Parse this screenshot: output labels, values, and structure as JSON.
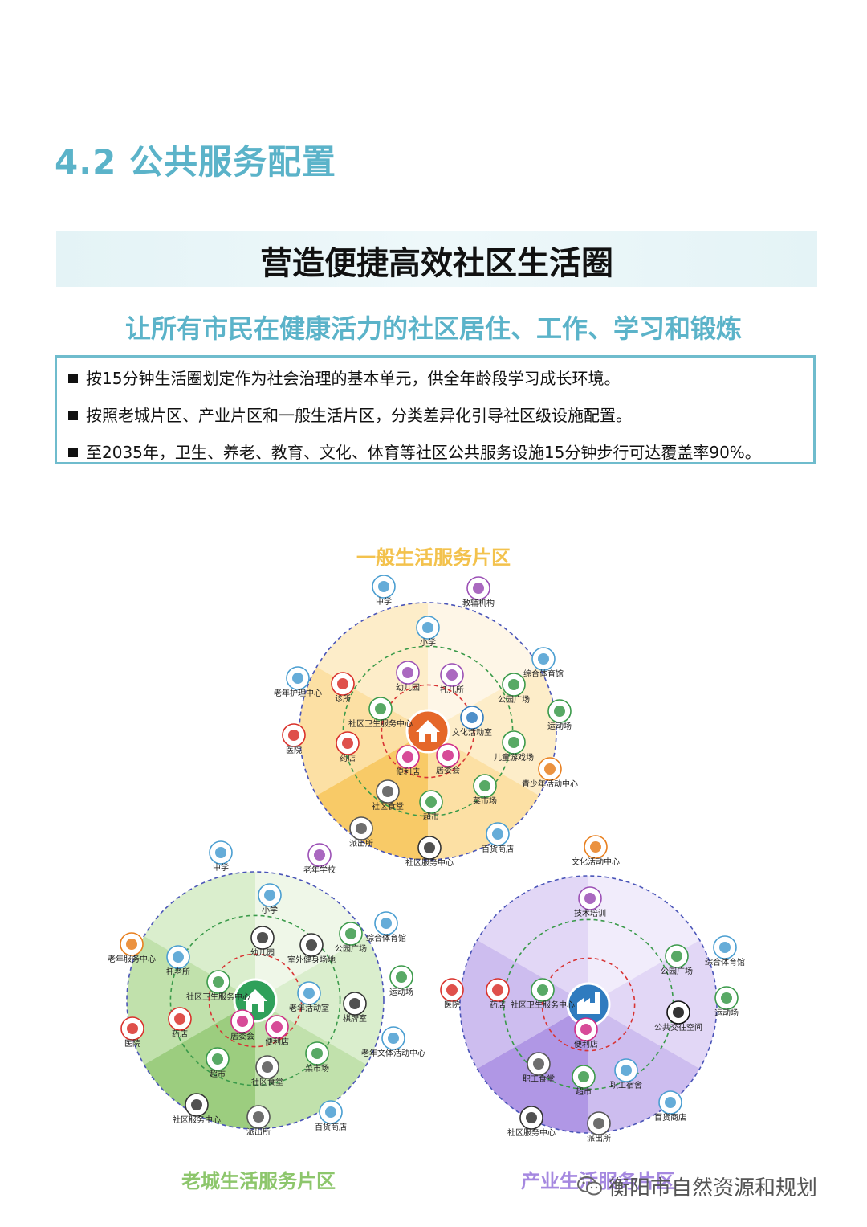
{
  "section_title": "4.2 公共服务配置",
  "banner_title": "营造便捷高效社区生活圈",
  "subtitle": "让所有市民在健康活力的社区居住、工作、学习和锻炼",
  "bullets": [
    "按15分钟生活圈划定作为社会治理的基本单元，供全年龄段学习成长环境。",
    "按照老城片区、产业片区和一般生活片区，分类差异化引导社区级设施配置。",
    "至2035年，卫生、养老、教育、文化、体育等社区公共服务设施15分钟步行可达覆盖率90%。"
  ],
  "colors": {
    "accent": "#5bb3c9",
    "general_zone": "#f4c45a",
    "old_city_zone": "#9ccf7c",
    "industry_zone": "#a98be0"
  },
  "zones": [
    {
      "title": "一般生活服务片区",
      "center_icon": "house-icon",
      "facilities": [
        {
          "label": "中学",
          "icon": "school-building-icon",
          "color": "#4a9ed1"
        },
        {
          "label": "教辅机构",
          "icon": "classroom-board-icon",
          "color": "#9b4fb5"
        },
        {
          "label": "小学",
          "icon": "school-icon",
          "color": "#4a9ed1"
        },
        {
          "label": "幼儿园",
          "icon": "children-icon",
          "color": "#9b4fb5"
        },
        {
          "label": "托儿所",
          "icon": "children-icon",
          "color": "#9b4fb5"
        },
        {
          "label": "综合体育馆",
          "icon": "stadium-icon",
          "color": "#4a9ed1"
        },
        {
          "label": "老年护理中心",
          "icon": "wheelchair-icon",
          "color": "#4a9ed1"
        },
        {
          "label": "诊所",
          "icon": "clinic-icon",
          "color": "#d9312b"
        },
        {
          "label": "公园广场",
          "icon": "tree-icon",
          "color": "#3b9a4a"
        },
        {
          "label": "社区卫生服务中心",
          "icon": "health-center-icon",
          "color": "#3b9a4a"
        },
        {
          "label": "文化活动室",
          "icon": "culture-icon",
          "color": "#2f7bbf"
        },
        {
          "label": "运动场",
          "icon": "field-icon",
          "color": "#3b9a4a"
        },
        {
          "label": "医院",
          "icon": "cross-icon",
          "color": "#d9312b"
        },
        {
          "label": "药店",
          "icon": "pharmacy-icon",
          "color": "#d9312b"
        },
        {
          "label": "儿童游戏场",
          "icon": "playground-icon",
          "color": "#3b9a4a"
        },
        {
          "label": "便利店",
          "icon": "24h-icon",
          "color": "#d02b86"
        },
        {
          "label": "居委会",
          "icon": "committee-icon",
          "color": "#d02b86"
        },
        {
          "label": "青少年活动中心",
          "icon": "youth-icon",
          "color": "#e87f1e"
        },
        {
          "label": "菜市场",
          "icon": "vegetable-icon",
          "color": "#3b9a4a"
        },
        {
          "label": "社区食堂",
          "icon": "canteen-icon",
          "color": "#555555"
        },
        {
          "label": "超市",
          "icon": "cart-icon",
          "color": "#3b9a4a"
        },
        {
          "label": "派出所",
          "icon": "police-icon",
          "color": "#555555"
        },
        {
          "label": "百货商店",
          "icon": "store-icon",
          "color": "#4a9ed1"
        },
        {
          "label": "社区服务中心",
          "icon": "service-center-icon",
          "color": "#333333"
        }
      ]
    },
    {
      "title": "老城生活服务片区",
      "center_icon": "house-icon",
      "facilities": [
        {
          "label": "中学",
          "icon": "school-building-icon",
          "color": "#4a9ed1"
        },
        {
          "label": "老年学校",
          "icon": "elder-school-icon",
          "color": "#9b4fb5"
        },
        {
          "label": "小学",
          "icon": "school-icon",
          "color": "#4a9ed1"
        },
        {
          "label": "幼儿园",
          "icon": "children-icon",
          "color": "#333333"
        },
        {
          "label": "综合体育馆",
          "icon": "stadium-icon",
          "color": "#4a9ed1"
        },
        {
          "label": "老年服务中心",
          "icon": "elder-icon",
          "color": "#e87f1e"
        },
        {
          "label": "托老所",
          "icon": "elder-care-icon",
          "color": "#4a9ed1"
        },
        {
          "label": "室外健身场地",
          "icon": "fitness-icon",
          "color": "#333333"
        },
        {
          "label": "公园广场",
          "icon": "tree-icon",
          "color": "#3b9a4a"
        },
        {
          "label": "社区卫生服务中心",
          "icon": "health-center-icon",
          "color": "#3b9a4a"
        },
        {
          "label": "运动场",
          "icon": "field-icon",
          "color": "#3b9a4a"
        },
        {
          "label": "老年活动室",
          "icon": "elder-activity-icon",
          "color": "#4a9ed1"
        },
        {
          "label": "棋牌室",
          "icon": "cards-icon",
          "color": "#333333"
        },
        {
          "label": "药店",
          "icon": "pharmacy-icon",
          "color": "#d9312b"
        },
        {
          "label": "居委会",
          "icon": "committee-icon",
          "color": "#d02b86"
        },
        {
          "label": "便利店",
          "icon": "24h-icon",
          "color": "#d02b86"
        },
        {
          "label": "医院",
          "icon": "cross-icon",
          "color": "#d9312b"
        },
        {
          "label": "老年文体活动中心",
          "icon": "elder-sports-icon",
          "color": "#4a9ed1"
        },
        {
          "label": "超市",
          "icon": "cart-icon",
          "color": "#3b9a4a"
        },
        {
          "label": "菜市场",
          "icon": "vegetable-icon",
          "color": "#3b9a4a"
        },
        {
          "label": "社区食堂",
          "icon": "canteen-icon",
          "color": "#555555"
        },
        {
          "label": "社区服务中心",
          "icon": "service-center-icon",
          "color": "#333333"
        },
        {
          "label": "派出所",
          "icon": "police-icon",
          "color": "#555555"
        },
        {
          "label": "百货商店",
          "icon": "store-icon",
          "color": "#4a9ed1"
        }
      ]
    },
    {
      "title": "产业生活服务片区",
      "center_icon": "factory-icon",
      "facilities": [
        {
          "label": "文化活动中心",
          "icon": "culture-center-icon",
          "color": "#e87f1e"
        },
        {
          "label": "技术培训",
          "icon": "training-icon",
          "color": "#9b4fb5"
        },
        {
          "label": "公园广场",
          "icon": "tree-icon",
          "color": "#3b9a4a"
        },
        {
          "label": "综合体育馆",
          "icon": "stadium-icon",
          "color": "#4a9ed1"
        },
        {
          "label": "医院",
          "icon": "cross-icon",
          "color": "#d9312b"
        },
        {
          "label": "药店",
          "icon": "pharmacy-icon",
          "color": "#d9312b"
        },
        {
          "label": "社区卫生服务中心",
          "icon": "health-center-icon",
          "color": "#3b9a4a"
        },
        {
          "label": "运动场",
          "icon": "field-icon",
          "color": "#3b9a4a"
        },
        {
          "label": "公共交往空间",
          "icon": "coffee-icon",
          "color": "#111111"
        },
        {
          "label": "便利店",
          "icon": "24h-icon",
          "color": "#d02b86"
        },
        {
          "label": "职工食堂",
          "icon": "canteen-icon",
          "color": "#555555"
        },
        {
          "label": "职工宿舍",
          "icon": "dormitory-icon",
          "color": "#4a9ed1"
        },
        {
          "label": "超市",
          "icon": "cart-icon",
          "color": "#3b9a4a"
        },
        {
          "label": "百货商店",
          "icon": "store-icon",
          "color": "#4a9ed1"
        },
        {
          "label": "社区服务中心",
          "icon": "service-center-icon",
          "color": "#333333"
        },
        {
          "label": "派出所",
          "icon": "police-icon",
          "color": "#555555"
        }
      ]
    }
  ],
  "watermark": {
    "text": "衡阳市自然资源和规划",
    "icon": "wechat-icon"
  }
}
